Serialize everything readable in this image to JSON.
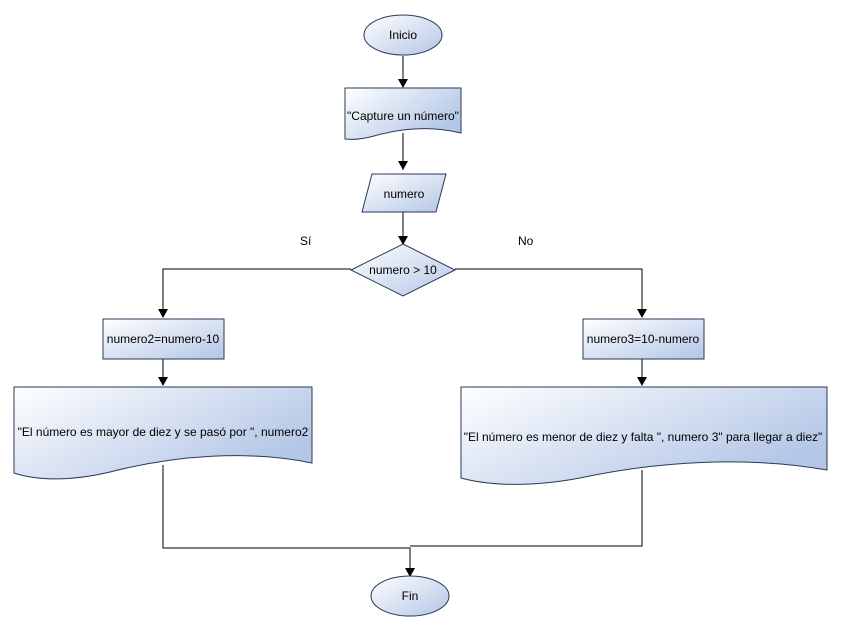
{
  "diagram": {
    "nodes": {
      "start": "Inicio",
      "prompt": "\"Capture un número\"",
      "input": "numero",
      "decision": "numero > 10",
      "calc_yes": "numero2=numero-10",
      "calc_no": "numero3=10-numero",
      "output_yes": "\"El número es mayor de diez y se pasó por \", numero2",
      "output_no": "\"El número es menor de diez y falta \", numero 3\" para llegar a diez\"",
      "end": "Fin"
    },
    "branch_labels": {
      "yes": "Sí",
      "no": "No"
    }
  }
}
